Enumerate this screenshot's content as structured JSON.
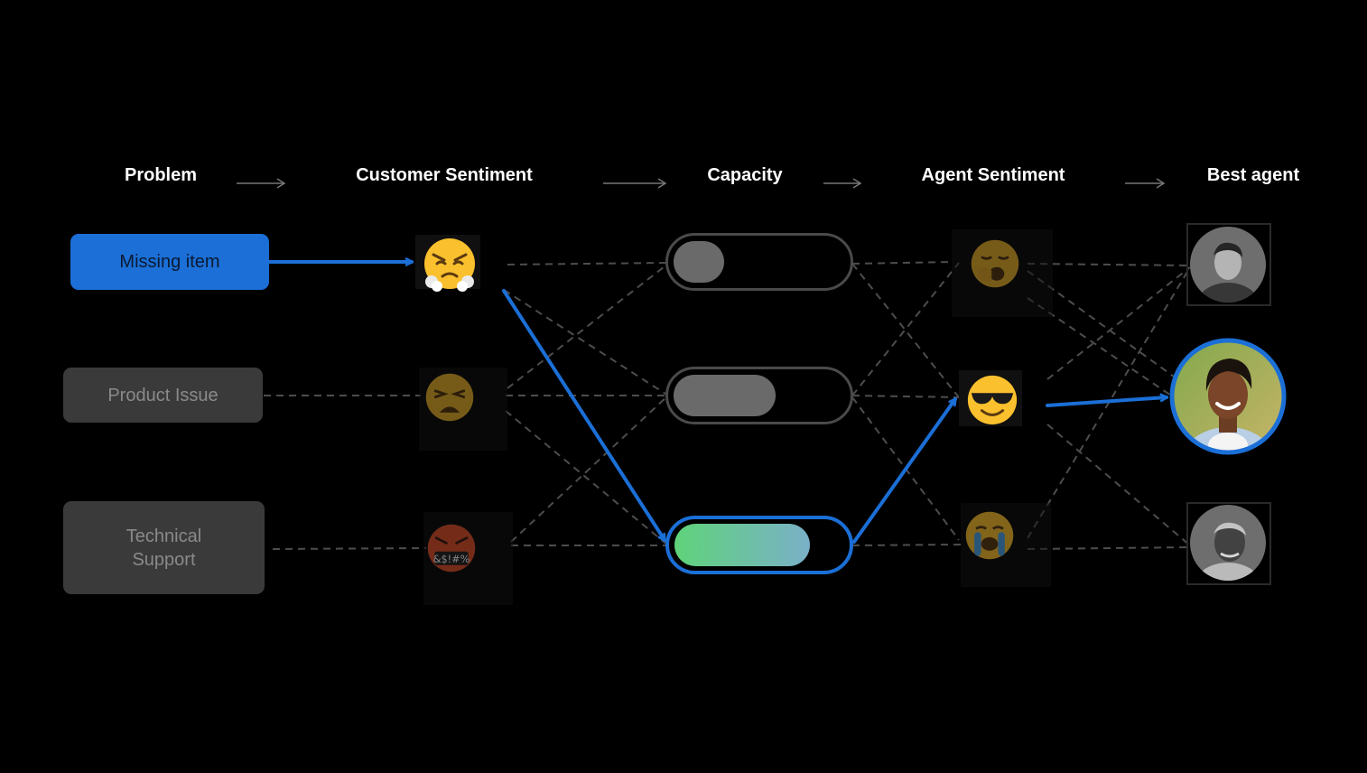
{
  "columns": [
    {
      "title": "Problem"
    },
    {
      "title": "Customer Sentiment"
    },
    {
      "title": "Capacity"
    },
    {
      "title": "Agent Sentiment"
    },
    {
      "title": "Best agent"
    }
  ],
  "problems": [
    {
      "label": "Missing item",
      "state": "selected"
    },
    {
      "label": "Product Issue",
      "state": "dimmed"
    },
    {
      "label_line1": "Technical",
      "label_line2": "Support",
      "state": "dimmed"
    }
  ],
  "customer_sentiments": [
    {
      "icon": "steaming-face-icon",
      "state": "selected"
    },
    {
      "icon": "weary-face-icon",
      "state": "dimmed"
    },
    {
      "icon": "cursing-face-icon",
      "symbols": "&$!#%",
      "state": "dimmed"
    }
  ],
  "capacities": [
    {
      "level": 0.3,
      "state": "dimmed"
    },
    {
      "level": 0.6,
      "state": "dimmed"
    },
    {
      "level": 0.8,
      "state": "selected"
    }
  ],
  "agent_sentiments": [
    {
      "icon": "yawning-face-icon",
      "state": "dimmed"
    },
    {
      "icon": "sunglasses-face-icon",
      "state": "selected"
    },
    {
      "icon": "crying-face-icon",
      "state": "dimmed"
    }
  ],
  "agents": [
    {
      "icon": "agent-avatar-man-icon",
      "state": "dimmed"
    },
    {
      "icon": "agent-avatar-woman-icon",
      "state": "selected"
    },
    {
      "icon": "agent-avatar-older-man-icon",
      "state": "dimmed"
    }
  ],
  "colors": {
    "accent": "#1b6fd6",
    "dimmed_box": "#3a3a3a",
    "connector": "#4d4d4d",
    "capacity_fill_start": "#5fd37a",
    "capacity_fill_end": "#7ab0c8"
  }
}
